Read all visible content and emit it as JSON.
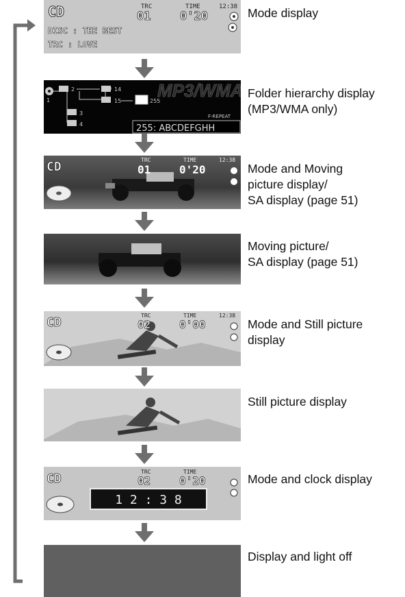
{
  "colors": {
    "arrow": "#6e6e6e",
    "panel_gray": "#c8c8c8",
    "panel_dark": "#606060"
  },
  "panels": [
    {
      "name": "mode-display",
      "label": "Mode display",
      "mode": "CD",
      "trc_label": "TRC",
      "trc": "01",
      "time_label": "TIME",
      "time": "0'20",
      "clock": "12:38",
      "disc_line": "DISC : THE BEST",
      "trc_line": "TRC : LOVE"
    },
    {
      "name": "folder-hierarchy-display",
      "label": "Folder hierarchy display\n(MP3/WMA only)",
      "logo": "MP3/WMA",
      "folders": [
        "1",
        "2",
        "3",
        "4",
        "14",
        "15",
        "255"
      ],
      "repeat": "F-REPEAT",
      "folder_name": "255: ABCDEFGHH"
    },
    {
      "name": "mode-and-moving-picture-display",
      "label": "Mode and Moving\npicture display/\nSA display (page 51)",
      "mode": "CD",
      "trc_label": "TRC",
      "trc": "01",
      "time_label": "TIME",
      "time": "0'20",
      "clock": "12:38"
    },
    {
      "name": "moving-picture-display",
      "label": "Moving picture/\nSA display (page 51)"
    },
    {
      "name": "mode-and-still-picture-display",
      "label": "Mode and Still picture\ndisplay",
      "mode": "CD",
      "trc_label": "TRC",
      "trc": "02",
      "time_label": "TIME",
      "time": "0'00",
      "clock": "12:38"
    },
    {
      "name": "still-picture-display",
      "label": "Still picture display"
    },
    {
      "name": "mode-and-clock-display",
      "label": "Mode and clock display",
      "mode": "CD",
      "trc_label": "TRC",
      "trc": "02",
      "time_label": "TIME",
      "time": "0'20",
      "big_clock": "1 2 : 3 8"
    },
    {
      "name": "display-and-light-off",
      "label": "Display and light off"
    }
  ]
}
